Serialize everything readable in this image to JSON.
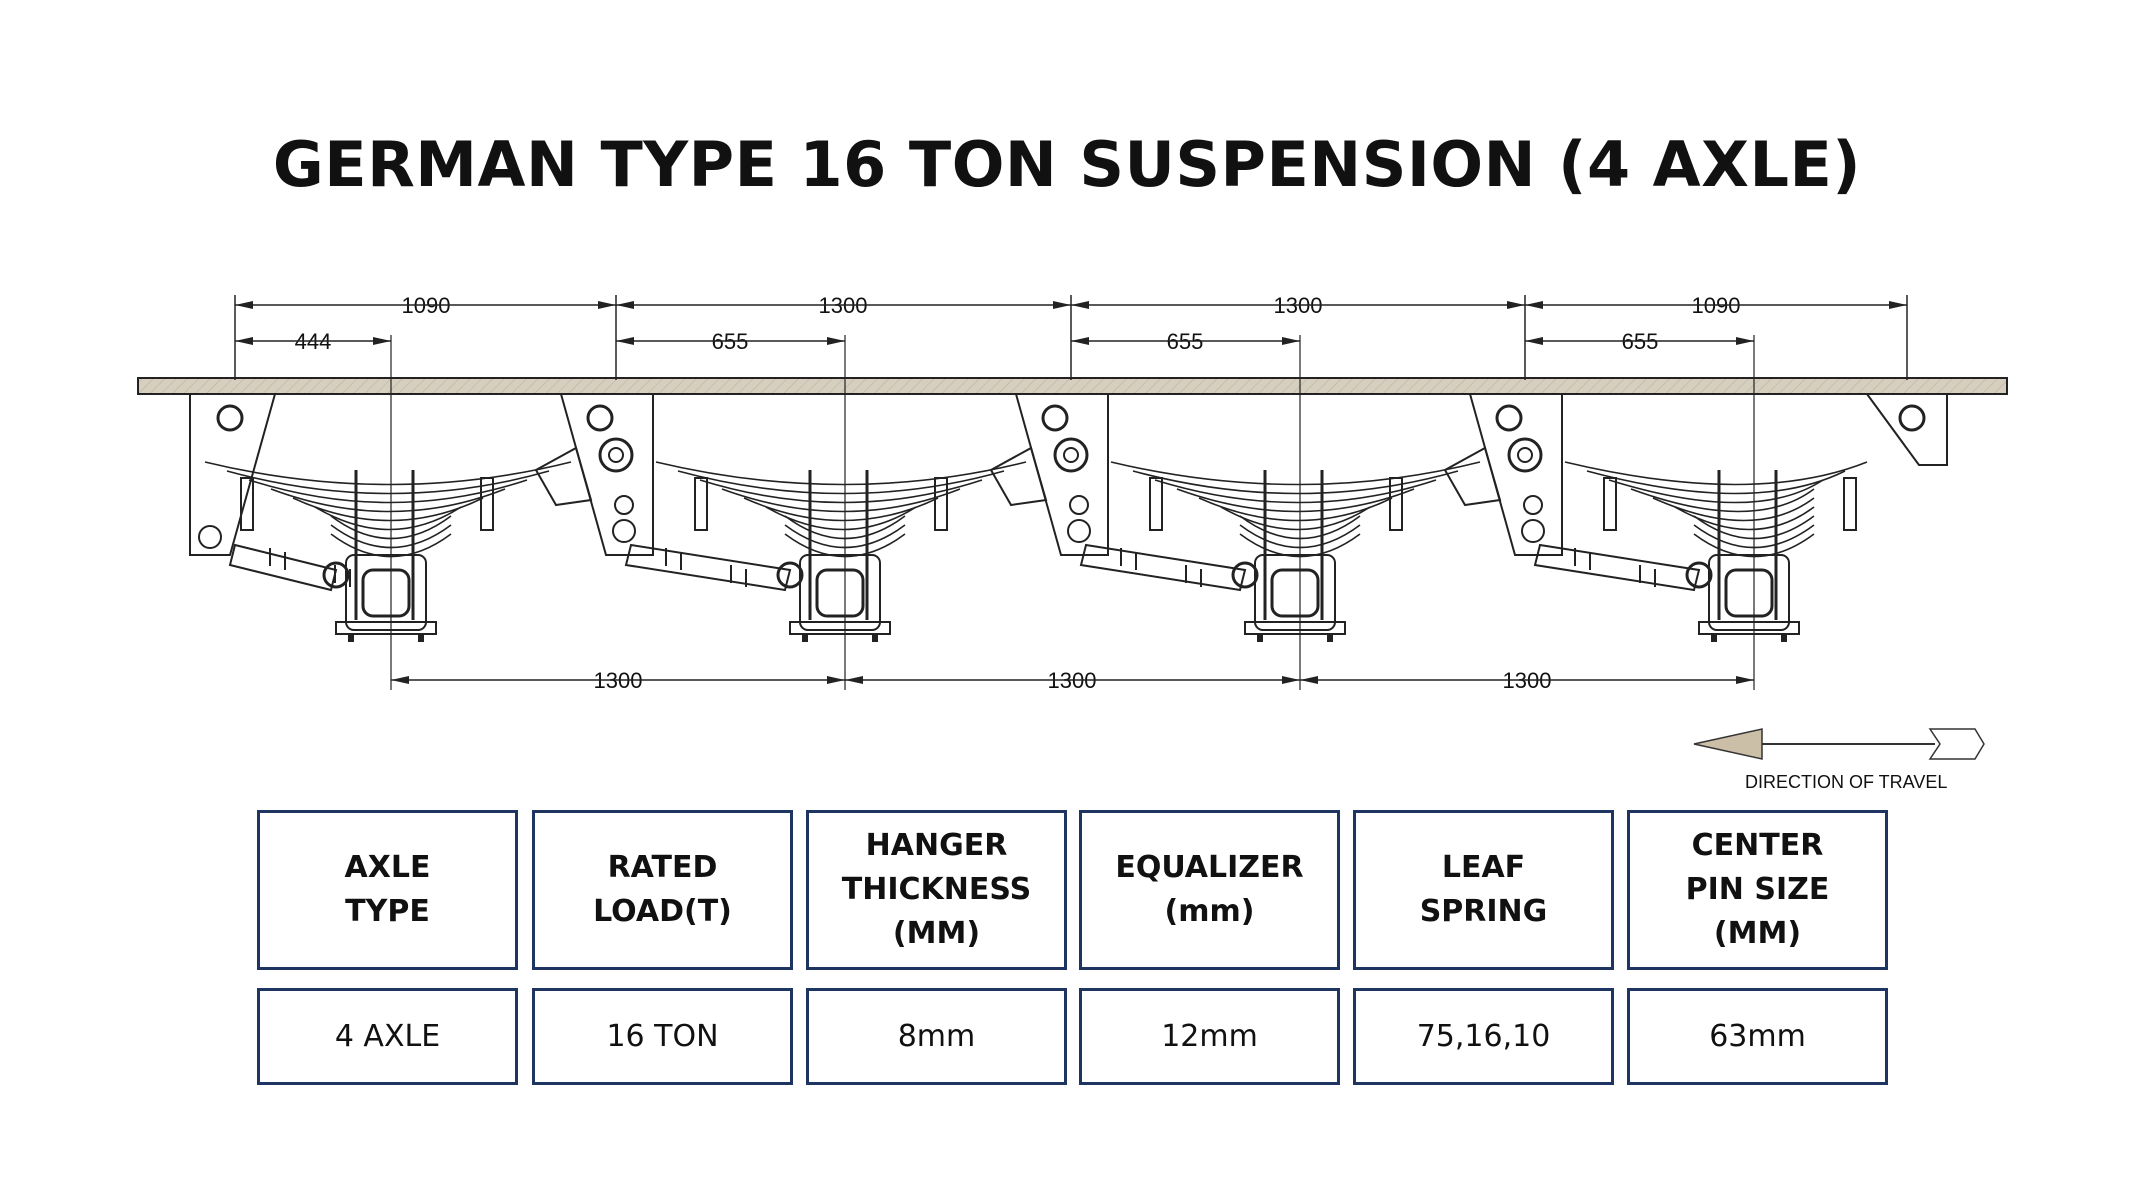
{
  "title": "GERMAN TYPE 16 TON SUSPENSION (4 AXLE)",
  "dimensions": {
    "top_row": [
      "1090",
      "1300",
      "1300",
      "1090"
    ],
    "second_row": [
      "444",
      "655",
      "655",
      "655"
    ],
    "bottom_row": [
      "1300",
      "1300",
      "1300"
    ]
  },
  "direction_label": "DIRECTION OF TRAVEL",
  "colors": {
    "beam": "#d6cfc0",
    "table_border": "#1f3561",
    "arrow": "#cbbfa8"
  },
  "table": {
    "headers": [
      [
        "AXLE",
        "TYPE"
      ],
      [
        "RATED",
        "LOAD(T)"
      ],
      [
        "HANGER",
        "THICKNESS",
        "(MM)"
      ],
      [
        "EQUALIZER",
        "(mm)"
      ],
      [
        "LEAF",
        "SPRING"
      ],
      [
        "CENTER",
        "PIN SIZE",
        "(MM)"
      ]
    ],
    "values": [
      "4 AXLE",
      "16 TON",
      "8mm",
      "12mm",
      "75,16,10",
      "63mm"
    ]
  }
}
